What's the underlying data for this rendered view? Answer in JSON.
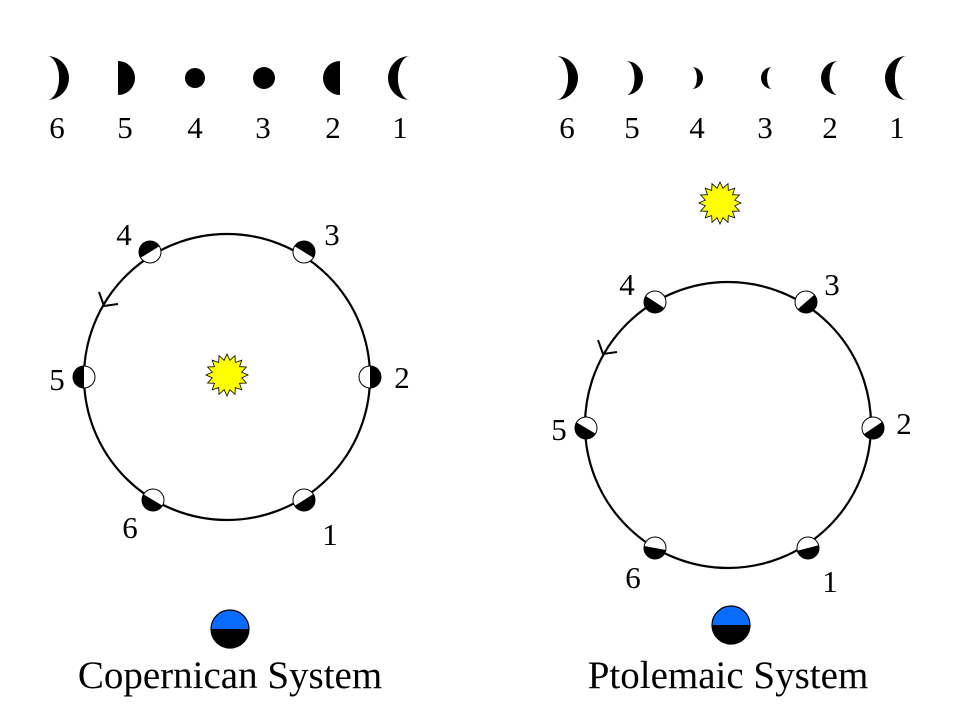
{
  "colors": {
    "sun": "#ffff00",
    "earth_top": "#0a6cff",
    "dark": "#000000",
    "light": "#ffffff"
  },
  "copernican": {
    "title": "Copernican System",
    "phase_labels": [
      "6",
      "5",
      "4",
      "3",
      "2",
      "1"
    ],
    "orbit_labels": [
      "1",
      "2",
      "3",
      "4",
      "5",
      "6"
    ]
  },
  "ptolemaic": {
    "title": "Ptolemaic System",
    "phase_labels": [
      "6",
      "5",
      "4",
      "3",
      "2",
      "1"
    ],
    "orbit_labels": [
      "1",
      "2",
      "3",
      "4",
      "5",
      "6"
    ]
  }
}
